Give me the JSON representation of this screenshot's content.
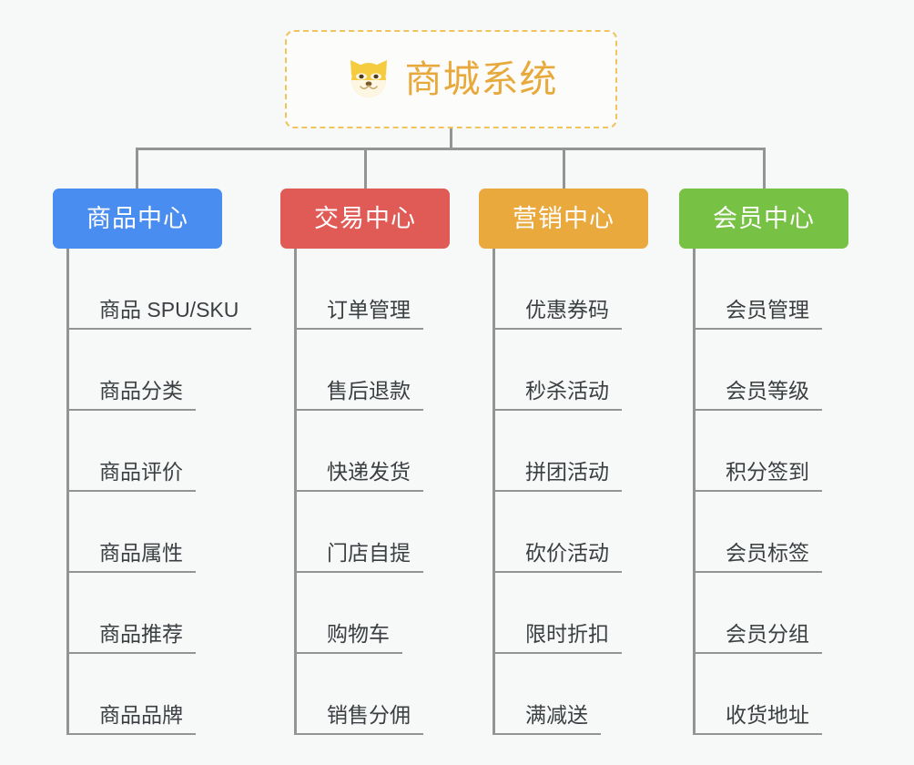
{
  "diagram": {
    "type": "organization-tree",
    "background_color": "#f7f8f8",
    "connector_color": "#949494",
    "root": {
      "icon": "shiba-dog-face-icon",
      "icon_glyph": "🐕",
      "title": "商城系统",
      "title_color": "#e8a93c",
      "border_color": "#f2c25c",
      "border_style": "dashed",
      "fill_color": "#fcfcfb"
    },
    "categories": [
      {
        "label": "商品中心",
        "color": "#4a8df0",
        "items": [
          "商品 SPU/SKU",
          "商品分类",
          "商品评价",
          "商品属性",
          "商品推荐",
          "商品品牌"
        ]
      },
      {
        "label": "交易中心",
        "color": "#e05a56",
        "items": [
          "订单管理",
          "售后退款",
          "快递发货",
          "门店自提",
          "购物车",
          "销售分佣"
        ]
      },
      {
        "label": "营销中心",
        "color": "#eaa93d",
        "items": [
          "优惠券码",
          "秒杀活动",
          "拼团活动",
          "砍价活动",
          "限时折扣",
          "满减送"
        ]
      },
      {
        "label": "会员中心",
        "color": "#77c145",
        "items": [
          "会员管理",
          "会员等级",
          "积分签到",
          "会员标签",
          "会员分组",
          "收货地址"
        ]
      }
    ]
  }
}
